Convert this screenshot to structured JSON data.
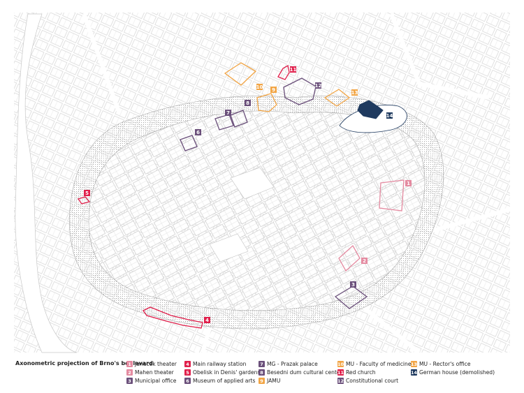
{
  "caption": "Axonometric projection of Brno's boulevard",
  "colors": {
    "red": "#e01f4b",
    "pink": "#e48aa0",
    "purple": "#6a4f7a",
    "orange": "#f2a545",
    "navy": "#1f3a5f",
    "outline": "#bdbdbd",
    "ring": "#d6d6d6"
  },
  "legend": [
    {
      "num": "1",
      "label": "Janacek theater",
      "color": "#e48aa0"
    },
    {
      "num": "2",
      "label": "Mahen theater",
      "color": "#e48aa0"
    },
    {
      "num": "3",
      "label": "Municipal office",
      "color": "#6a4f7a"
    },
    {
      "num": "4",
      "label": "Main railway station",
      "color": "#e01f4b"
    },
    {
      "num": "5",
      "label": "Obelisk in Denis' gardens",
      "color": "#e01f4b"
    },
    {
      "num": "6",
      "label": "Museum of applied arts",
      "color": "#6a4f7a"
    },
    {
      "num": "7",
      "label": "MG - Prazak palace",
      "color": "#6a4f7a"
    },
    {
      "num": "8",
      "label": "Besedni dum cultural center",
      "color": "#6a4f7a"
    },
    {
      "num": "9",
      "label": "JAMU",
      "color": "#f2a545"
    },
    {
      "num": "10",
      "label": "MU - Faculty of medicine",
      "color": "#f2a545"
    },
    {
      "num": "11",
      "label": "Red church",
      "color": "#e01f4b"
    },
    {
      "num": "12",
      "label": "Constitutional court",
      "color": "#6a4f7a"
    },
    {
      "num": "13",
      "label": "MU - Rector's office",
      "color": "#f2a545"
    },
    {
      "num": "14",
      "label": "German house (demolished)",
      "color": "#1f3a5f"
    }
  ]
}
